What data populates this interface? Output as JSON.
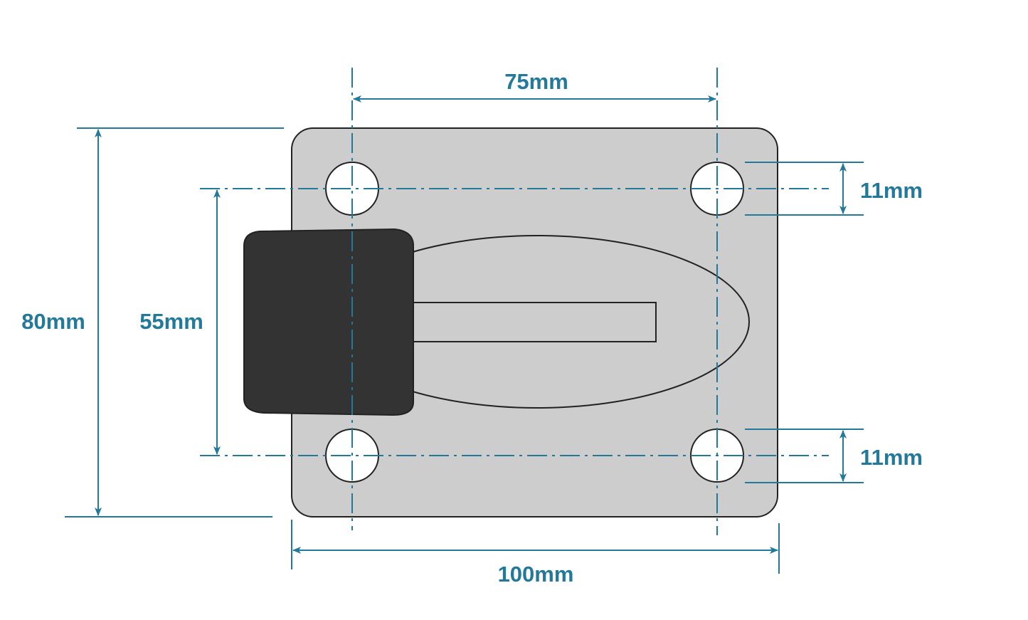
{
  "colors": {
    "dimension": "#23799a",
    "plate_fill": "#cdcdcd",
    "outline": "#222222",
    "rubber": "#333333",
    "hole": "#ffffff"
  },
  "labels": {
    "hole_spacing_horizontal": "75mm",
    "plate_height": "80mm",
    "hole_spacing_vertical": "55mm",
    "hole_diameter_top": "11mm",
    "hole_diameter_bottom": "11mm",
    "plate_width": "100mm"
  }
}
